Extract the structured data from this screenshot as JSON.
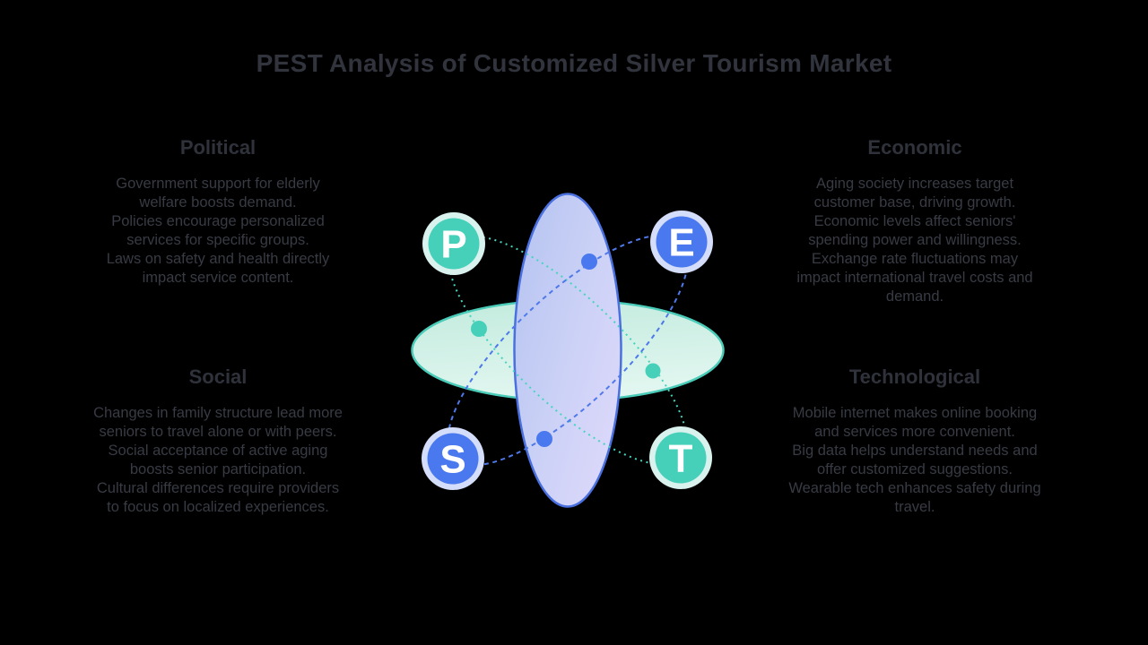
{
  "title": "PEST Analysis of Customized Silver Tourism Market",
  "sections": {
    "political": {
      "heading": "Political",
      "body": "Government support for elderly\nwelfare boosts demand.\nPolicies encourage personalized\nservices for specific groups.\nLaws on safety and health directly\nimpact service content."
    },
    "economic": {
      "heading": "Economic",
      "body": "Aging society increases target\ncustomer base, driving growth.\nEconomic levels affect seniors'\nspending power and willingness.\nExchange rate fluctuations may\nimpact international travel costs and\ndemand."
    },
    "social": {
      "heading": "Social",
      "body": "Changes in family structure lead more\nseniors to travel alone or with peers.\nSocial acceptance of active aging\nboosts senior participation.\nCultural differences require providers\nto focus on localized experiences."
    },
    "technological": {
      "heading": "Technological",
      "body": "Mobile internet makes online booking\nand services more convenient.\nBig data helps understand needs and\noffer customized suggestions.\nWearable tech enhances safety during\ntravel."
    }
  },
  "diagram": {
    "badges": {
      "p": {
        "letter": "P"
      },
      "e": {
        "letter": "E"
      },
      "s": {
        "letter": "S"
      },
      "t": {
        "letter": "T"
      }
    },
    "colors": {
      "teal": "#46d0ba",
      "teal_halo": "#d9f2ee",
      "blue": "#4a78ef",
      "blue_halo": "#d4ddfa",
      "vertical_ellipse_stroke": "#4a70e0",
      "horizontal_ellipse_stroke": "#4accb8",
      "orbit_blue": "#4f79ea",
      "orbit_teal": "#45d4bd"
    }
  }
}
